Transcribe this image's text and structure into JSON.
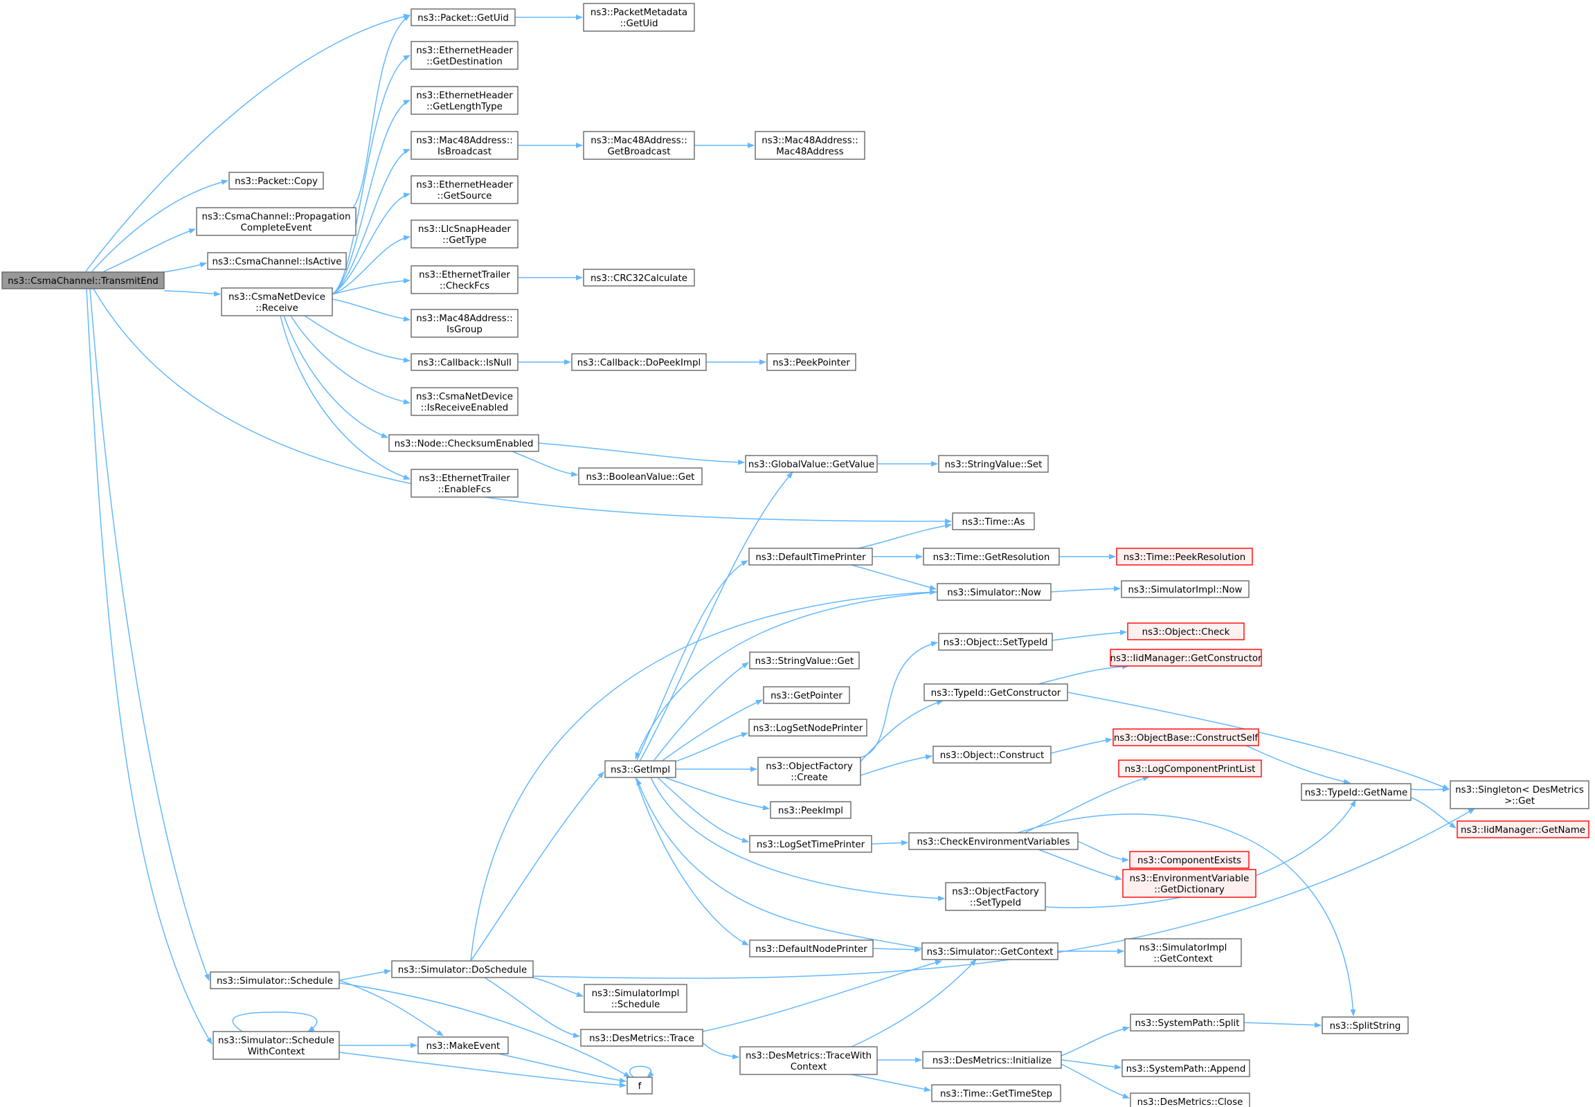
{
  "colors": {
    "edge": "#63b8ff",
    "box_border": "#666666",
    "root_fill": "#999999",
    "truncated_border": "#ff0000",
    "truncated_fill": "#fff0f0"
  },
  "nodes": [
    {
      "id": "root",
      "lines": [
        "ns3::CsmaChannel::TransmitEnd"
      ],
      "style": "root"
    },
    {
      "id": "getuid",
      "lines": [
        "ns3::Packet::GetUid"
      ]
    },
    {
      "id": "pm_getuid",
      "lines": [
        "ns3::PacketMetadata",
        "::GetUid"
      ]
    },
    {
      "id": "eh_dest",
      "lines": [
        "ns3::EthernetHeader",
        "::GetDestination"
      ]
    },
    {
      "id": "eh_len",
      "lines": [
        "ns3::EthernetHeader",
        "::GetLengthType"
      ]
    },
    {
      "id": "mac_isbc",
      "lines": [
        "ns3::Mac48Address::",
        "IsBroadcast"
      ]
    },
    {
      "id": "mac_getbc",
      "lines": [
        "ns3::Mac48Address::",
        "GetBroadcast"
      ]
    },
    {
      "id": "mac_ctor",
      "lines": [
        "ns3::Mac48Address::",
        "Mac48Address"
      ]
    },
    {
      "id": "eh_src",
      "lines": [
        "ns3::EthernetHeader",
        "::GetSource"
      ]
    },
    {
      "id": "llc",
      "lines": [
        "ns3::LlcSnapHeader",
        "::GetType"
      ]
    },
    {
      "id": "pkt_copy",
      "lines": [
        "ns3::Packet::Copy"
      ]
    },
    {
      "id": "prop",
      "lines": [
        "ns3::CsmaChannel::Propagation",
        "CompleteEvent"
      ]
    },
    {
      "id": "isactive",
      "lines": [
        "ns3::CsmaChannel::IsActive"
      ]
    },
    {
      "id": "et_fcs",
      "lines": [
        "ns3::EthernetTrailer",
        "::CheckFcs"
      ]
    },
    {
      "id": "crc",
      "lines": [
        "ns3::CRC32Calculate"
      ]
    },
    {
      "id": "receive",
      "lines": [
        "ns3::CsmaNetDevice",
        "::Receive"
      ]
    },
    {
      "id": "mac_isgrp",
      "lines": [
        "ns3::Mac48Address::",
        "IsGroup"
      ]
    },
    {
      "id": "cb_null",
      "lines": [
        "ns3::Callback::IsNull"
      ]
    },
    {
      "id": "cb_peek",
      "lines": [
        "ns3::Callback::DoPeekImpl"
      ]
    },
    {
      "id": "peekptr",
      "lines": [
        "ns3::PeekPointer"
      ]
    },
    {
      "id": "isrecv",
      "lines": [
        "ns3::CsmaNetDevice",
        "::IsReceiveEnabled"
      ]
    },
    {
      "id": "cksum",
      "lines": [
        "ns3::Node::ChecksumEnabled"
      ]
    },
    {
      "id": "gv_get",
      "lines": [
        "ns3::GlobalValue::GetValue"
      ]
    },
    {
      "id": "sv_set",
      "lines": [
        "ns3::StringValue::Set"
      ]
    },
    {
      "id": "bv_get",
      "lines": [
        "ns3::BooleanValue::Get"
      ]
    },
    {
      "id": "et_en",
      "lines": [
        "ns3::EthernetTrailer",
        "::EnableFcs"
      ]
    },
    {
      "id": "time_as",
      "lines": [
        "ns3::Time::As"
      ]
    },
    {
      "id": "dtp",
      "lines": [
        "ns3::DefaultTimePrinter"
      ]
    },
    {
      "id": "getres",
      "lines": [
        "ns3::Time::GetResolution"
      ]
    },
    {
      "id": "peekres",
      "lines": [
        "ns3::Time::PeekResolution"
      ],
      "style": "red"
    },
    {
      "id": "simnow",
      "lines": [
        "ns3::Simulator::Now"
      ]
    },
    {
      "id": "implnow",
      "lines": [
        "ns3::SimulatorImpl::Now"
      ]
    },
    {
      "id": "settid",
      "lines": [
        "ns3::Object::SetTypeId"
      ]
    },
    {
      "id": "objcheck",
      "lines": [
        "ns3::Object::Check"
      ],
      "style": "red"
    },
    {
      "id": "svget",
      "lines": [
        "ns3::StringValue::Get"
      ]
    },
    {
      "id": "iid_ctor",
      "lines": [
        "ns3::IidManager::GetConstructor"
      ],
      "style": "red"
    },
    {
      "id": "tid_ctor",
      "lines": [
        "ns3::TypeId::GetConstructor"
      ]
    },
    {
      "id": "getptr",
      "lines": [
        "ns3::GetPointer"
      ]
    },
    {
      "id": "lsnp",
      "lines": [
        "ns3::LogSetNodePrinter"
      ]
    },
    {
      "id": "obc_self",
      "lines": [
        "ns3::ObjectBase::ConstructSelf"
      ],
      "style": "red"
    },
    {
      "id": "getimpl",
      "lines": [
        "ns3::GetImpl"
      ]
    },
    {
      "id": "of_create",
      "lines": [
        "ns3::ObjectFactory",
        "::Create"
      ]
    },
    {
      "id": "obj_construct",
      "lines": [
        "ns3::Object::Construct"
      ]
    },
    {
      "id": "lcpl",
      "lines": [
        "ns3::LogComponentPrintList"
      ],
      "style": "red"
    },
    {
      "id": "singleton",
      "lines": [
        "ns3::Singleton< DesMetrics",
        " >::Get"
      ]
    },
    {
      "id": "tid_name",
      "lines": [
        "ns3::TypeId::GetName"
      ]
    },
    {
      "id": "iid_name",
      "lines": [
        "ns3::IidManager::GetName"
      ],
      "style": "red"
    },
    {
      "id": "peekimpl",
      "lines": [
        "ns3::PeekImpl"
      ]
    },
    {
      "id": "lstp",
      "lines": [
        "ns3::LogSetTimePrinter"
      ]
    },
    {
      "id": "checkenv",
      "lines": [
        "ns3::CheckEnvironmentVariables"
      ]
    },
    {
      "id": "compexists",
      "lines": [
        "ns3::ComponentExists"
      ],
      "style": "red"
    },
    {
      "id": "envdict",
      "lines": [
        "ns3::EnvironmentVariable",
        "::GetDictionary"
      ],
      "style": "red"
    },
    {
      "id": "of_settid",
      "lines": [
        "ns3::ObjectFactory",
        "::SetTypeId"
      ]
    },
    {
      "id": "dnp",
      "lines": [
        "ns3::DefaultNodePrinter"
      ]
    },
    {
      "id": "simctx",
      "lines": [
        "ns3::Simulator::GetContext"
      ]
    },
    {
      "id": "implctx",
      "lines": [
        "ns3::SimulatorImpl",
        "::GetContext"
      ]
    },
    {
      "id": "sched",
      "lines": [
        "ns3::Simulator::Schedule"
      ]
    },
    {
      "id": "dosched",
      "lines": [
        "ns3::Simulator::DoSchedule"
      ]
    },
    {
      "id": "implsched",
      "lines": [
        "ns3::SimulatorImpl",
        "::Schedule"
      ]
    },
    {
      "id": "dm_trace",
      "lines": [
        "ns3::DesMetrics::Trace"
      ]
    },
    {
      "id": "sp_split",
      "lines": [
        "ns3::SystemPath::Split"
      ]
    },
    {
      "id": "splitstr",
      "lines": [
        "ns3::SplitString"
      ]
    },
    {
      "id": "schedctx",
      "lines": [
        "ns3::Simulator::Schedule",
        "WithContext"
      ]
    },
    {
      "id": "mkevent",
      "lines": [
        "ns3::MakeEvent"
      ]
    },
    {
      "id": "dm_twc",
      "lines": [
        "ns3::DesMetrics::TraceWith",
        "Context"
      ]
    },
    {
      "id": "dm_init",
      "lines": [
        "ns3::DesMetrics::Initialize"
      ]
    },
    {
      "id": "sp_append",
      "lines": [
        "ns3::SystemPath::Append"
      ]
    },
    {
      "id": "f",
      "lines": [
        "f"
      ]
    },
    {
      "id": "timestep",
      "lines": [
        "ns3::Time::GetTimeStep"
      ]
    },
    {
      "id": "dm_close",
      "lines": [
        "ns3::DesMetrics::Close"
      ]
    }
  ]
}
